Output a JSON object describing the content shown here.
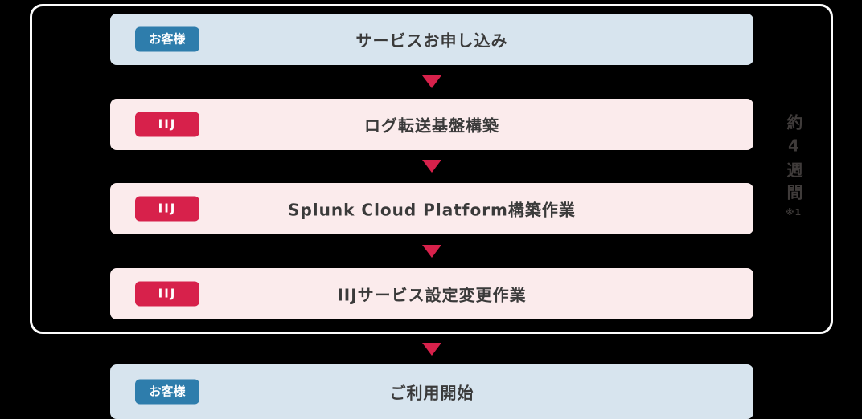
{
  "flow": {
    "steps": [
      {
        "actor": "お客様",
        "actor_type": "customer",
        "label": "サービスお申し込み"
      },
      {
        "actor": "IIJ",
        "actor_type": "iij",
        "label": "ログ転送基盤構築"
      },
      {
        "actor": "IIJ",
        "actor_type": "iij",
        "label": "Splunk Cloud Platform構築作業"
      },
      {
        "actor": "IIJ",
        "actor_type": "iij",
        "label": "IIJサービス設定変更作業"
      },
      {
        "actor": "お客様",
        "actor_type": "customer",
        "label": "ご利用開始"
      }
    ],
    "duration_note": {
      "text": "約4週間",
      "footnote": "※1"
    }
  },
  "colors": {
    "background": "#000000",
    "phase_outline": "#fcfcfc",
    "customer_bar": "#d7e4ee",
    "iij_bar": "#fbebec",
    "customer_badge": "#2e7dac",
    "iij_badge": "#d7214b",
    "arrow": "#d7214b",
    "label_text": "#3a3a3a",
    "badge_text": "#ffffff",
    "duration_text": "#3f3b3a"
  }
}
